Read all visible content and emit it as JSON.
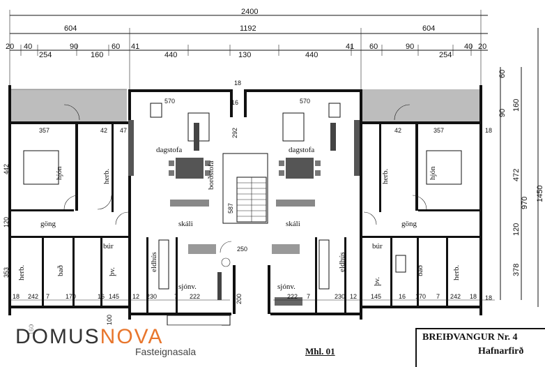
{
  "dimensions": {
    "overall": "2400",
    "top_segments": [
      "604",
      "1192",
      "604"
    ],
    "left_row": [
      "20",
      "40",
      "254",
      "90",
      "160",
      "60",
      "41",
      "440",
      "130"
    ],
    "right_row": [
      "440",
      "41",
      "60",
      "90",
      "254",
      "40",
      "20"
    ],
    "right_side": [
      "60",
      "90",
      "160",
      "472",
      "970",
      "1450",
      "120",
      "378"
    ],
    "left_side": [
      "442",
      "120",
      "353"
    ],
    "bottom_left": [
      "18",
      "242",
      "7",
      "170",
      "16",
      "145",
      "12",
      "230",
      "7",
      "222"
    ],
    "bottom_right": [
      "222",
      "7",
      "230",
      "12",
      "145",
      "16",
      "170",
      "7",
      "242",
      "18"
    ],
    "misc": [
      "570",
      "570",
      "16",
      "18",
      "292",
      "357",
      "357",
      "42",
      "42",
      "47",
      "587",
      "250",
      "18",
      "18",
      "200",
      "160",
      "100"
    ]
  },
  "rooms": {
    "left": {
      "living": "dagstofa",
      "bedroom_master": "hjón",
      "bedroom": "herb.",
      "hall": "göng",
      "storage": "búr",
      "bath": "bað",
      "laundry": "þv.",
      "bedroom2": "herb.",
      "kitchen": "eldhús",
      "tv": "sjónv.",
      "foyer": "skáli",
      "bookcase": "borðstofa"
    },
    "right": {
      "living": "dagstofa",
      "bedroom_master": "hjón",
      "bedroom": "herb.",
      "hall": "göng",
      "storage": "búr",
      "bath": "bað",
      "laundry": "þv.",
      "bedroom2": "herb.",
      "kitchen": "eldhús",
      "tv": "sjónv.",
      "foyer": "skáli"
    }
  },
  "logo": {
    "part1": "DOMUS",
    "part2": "NOVA",
    "sub": "Fasteignasala"
  },
  "floor_label": "Mhl. 01",
  "title": {
    "line1": "BREIÐVANGUR Nr. 4",
    "line2": "Hafnarfirð"
  }
}
